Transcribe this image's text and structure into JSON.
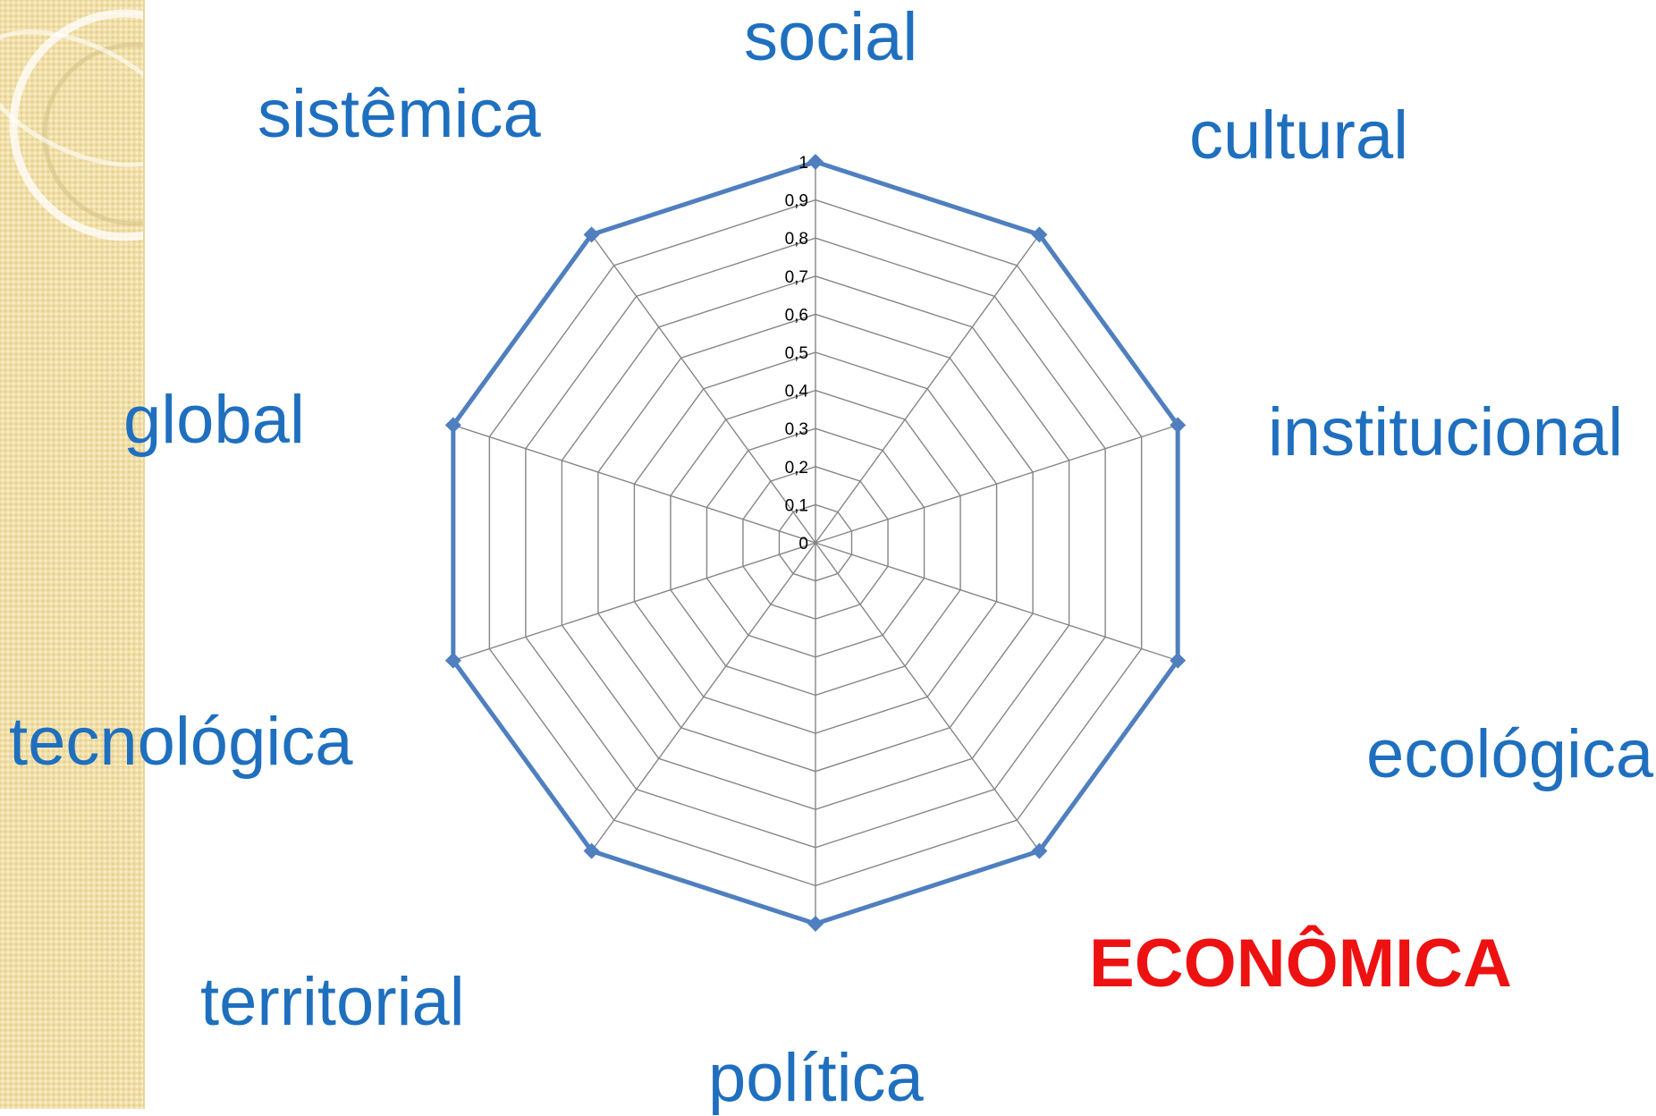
{
  "colors": {
    "label": "#1f6fbf",
    "label_emphasis": "#ee1111",
    "series": "#4f7fbf",
    "grid": "#868686",
    "sidebar": "#f1dfa6"
  },
  "chart_data": {
    "type": "radar",
    "title": "",
    "categories": [
      "social",
      "cultural",
      "institucional",
      "ecológica",
      "ECONÔMICA",
      "política",
      "territorial",
      "tecnológica",
      "global",
      "sistêmica"
    ],
    "emphasized_category": "ECONÔMICA",
    "series": [
      {
        "values": [
          1,
          1,
          1,
          1,
          1,
          1,
          1,
          1,
          1,
          1
        ]
      }
    ],
    "rlim": [
      0,
      1
    ],
    "r_ticks": [
      "0",
      "0,1",
      "0,2",
      "0,3",
      "0,4",
      "0,5",
      "0,6",
      "0,7",
      "0,8",
      "0,9",
      "1"
    ],
    "grid": true,
    "legend": "none"
  }
}
